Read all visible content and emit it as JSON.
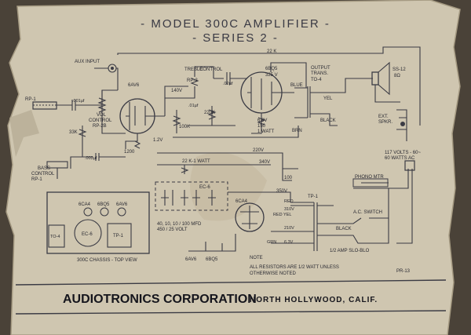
{
  "title": {
    "line1": "- MODEL   300C   AMPLIFIER -",
    "line2": "- SERIES  2 -"
  },
  "labels": {
    "aux_input": "AUX  INPUT",
    "rp1": "RP-1",
    "vol_control": "VOL",
    "vol_control2": "CONTROL",
    "rp2b": "RP-2B",
    "treble": "TREBLE",
    "control": "CONTROL",
    "rp2": "RP-2",
    "tube_6av6": "6AV6",
    "tube_6bq5": "6BQ5",
    "tube_6ca4": "6CA4",
    "output_trans": "OUTPUT",
    "trans": "TRANS.",
    "to4": "TO-4",
    "blue": "BLUE",
    "brn": "BRN",
    "yel": "YEL",
    "black": "BLACK",
    "speaker": "SS-12",
    "ohms": "8Ω",
    "ext_spkr": "EXT.",
    "spkr": "SPKR.",
    "r_22k_top": "22 K",
    "v_325": "325 V",
    "v_140": "140V",
    "v_220": "220V",
    "v_340": "340V",
    "v_350": "350V",
    "v_1_2": "1.2V",
    "v_6_8": "6.8V",
    "r_150": "150",
    "r_1watt": "1 WATT",
    "r_22k_1watt": "22 K-1 WATT",
    "r_100": "100",
    "r_33k": "33K",
    "r_1200": "1200",
    "r_220k": "220K",
    "r_100k": "100K",
    "c_001": ".001µf",
    "c_02": ".02µf",
    "c_01": ".01µf",
    "c_003": ".003µf",
    "bass_control": "BASS",
    "bass_control2": "CONTROL",
    "rp1b": "RP-1",
    "ec6": "EC-6",
    "caps_note": "40, 10, 10 / 100 MFD",
    "caps_note2": "450 / 25 VOLT",
    "tp1": "TP-1",
    "red": "RED",
    "red_yel": "RED\nYEL",
    "v_310": "310V",
    "v_210": "210V",
    "grn": "GRN",
    "v_6_3": "6.3V",
    "black2": "BLACK",
    "phono_mtr": "PHONO  MTR",
    "ac_switch": "A.C. SWITCH",
    "amp_slo_blo": "1/2  AMP  SLO-BLO",
    "power_rating": "117 VOLTS - 60~",
    "power_rating2": "60 WATTS   AC",
    "note_label": "NOTE",
    "note_text": "ALL  RESISTORS  ARE   1/2  WATT  UNLESS",
    "note_text2": "OTHERWISE   NOTED",
    "chassis_title": "300C  CHASSIS - TOP  VIEW",
    "chassis_6ca4": "6CA4",
    "chassis_6bq5": "6BQ5",
    "chassis_6av6": "6AV6",
    "chassis_ec6": "EC-6",
    "chassis_tp1": "TP-1",
    "chassis_to4": "TO-4",
    "pins_6av6": "6AV6",
    "pins_6bq5": "6BQ5",
    "pr_number": "PR-13"
  },
  "footer": {
    "company": "AUDIOTRONICS  CORPORATION",
    "location": "NORTH  HOLLYWOOD,  CALIF."
  },
  "colors": {
    "paper": "#cfc6b0",
    "paper_shadow": "#b7ad96",
    "ink": "#3b3b44",
    "footer_ink": "#15151c",
    "background": "#4a4238"
  }
}
